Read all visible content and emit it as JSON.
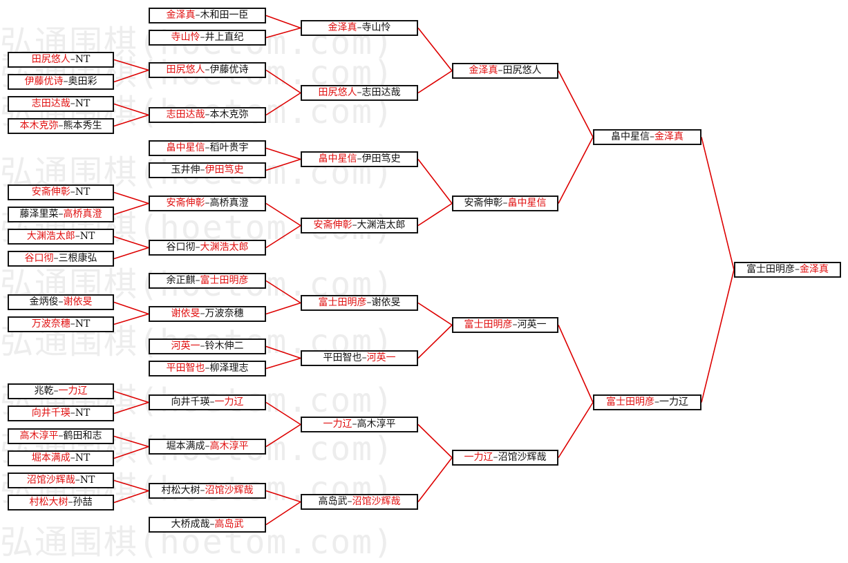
{
  "watermark": "弘通围棋(hoetom.com)",
  "colors": {
    "winner": "#e01010",
    "loser": "#111111",
    "line": "#dd0000"
  },
  "round1": [
    {
      "p1": "金泽真",
      "p2": "木和田一臣",
      "winner": 1
    },
    {
      "p1": "寺山怜",
      "p2": "井上直纪",
      "winner": 1
    },
    {
      "p1": "田尻悠人",
      "p2": "NT",
      "winner": 1
    },
    {
      "p1": "伊藤优诗",
      "p2": "奥田彩",
      "winner": 1
    },
    {
      "p1": "志田达哉",
      "p2": "NT",
      "winner": 1
    },
    {
      "p1": "本木克弥",
      "p2": "熊本秀生",
      "winner": 1
    },
    {
      "p1": "畠中星信",
      "p2": "稻叶贵宇",
      "winner": 1
    },
    {
      "p1": "玉井伸",
      "p2": "伊田笃史",
      "winner": 2
    },
    {
      "p1": "安斋伸彰",
      "p2": "NT",
      "winner": 1
    },
    {
      "p1": "藤泽里菜",
      "p2": "高桥真澄",
      "winner": 2
    },
    {
      "p1": "大渊浩太郎",
      "p2": "NT",
      "winner": 1
    },
    {
      "p1": "谷口彻",
      "p2": "三根康弘",
      "winner": 1
    },
    {
      "p1": "余正麒",
      "p2": "富士田明彦",
      "winner": 2
    },
    {
      "p1": "金炳俊",
      "p2": "谢依旻",
      "winner": 2
    },
    {
      "p1": "万波奈穗",
      "p2": "NT",
      "winner": 1
    },
    {
      "p1": "河英一",
      "p2": "铃木伸二",
      "winner": 1
    },
    {
      "p1": "平田智也",
      "p2": "柳泽理志",
      "winner": 1
    },
    {
      "p1": "兆乾",
      "p2": "一力辽",
      "winner": 2
    },
    {
      "p1": "向井千瑛",
      "p2": "NT",
      "winner": 1
    },
    {
      "p1": "高木淳平",
      "p2": "鹤田和志",
      "winner": 1
    },
    {
      "p1": "堀本满成",
      "p2": "NT",
      "winner": 1
    },
    {
      "p1": "沼馆沙辉哉",
      "p2": "NT",
      "winner": 1
    },
    {
      "p1": "村松大树",
      "p2": "孙喆",
      "winner": 1
    },
    {
      "p1": "大桥成哉",
      "p2": "高岛武",
      "winner": 2
    }
  ],
  "round2": [
    {
      "p1": "田尻悠人",
      "p2": "伊藤优诗",
      "winner": 1
    },
    {
      "p1": "志田达哉",
      "p2": "本木克弥",
      "winner": 1
    },
    {
      "p1": "安斋伸彰",
      "p2": "高桥真澄",
      "winner": 1
    },
    {
      "p1": "谷口彻",
      "p2": "大渊浩太郎",
      "winner": 2
    },
    {
      "p1": "谢依旻",
      "p2": "万波奈穗",
      "winner": 1
    },
    {
      "p1": "向井千瑛",
      "p2": "一力辽",
      "winner": 2
    },
    {
      "p1": "堀本满成",
      "p2": "高木淳平",
      "winner": 2
    },
    {
      "p1": "村松大树",
      "p2": "沼馆沙辉哉",
      "winner": 2
    }
  ],
  "round3": [
    {
      "p1": "金泽真",
      "p2": "寺山怜",
      "winner": 1
    },
    {
      "p1": "田尻悠人",
      "p2": "志田达哉",
      "winner": 1
    },
    {
      "p1": "畠中星信",
      "p2": "伊田笃史",
      "winner": 1
    },
    {
      "p1": "安斋伸彰",
      "p2": "大渊浩太郎",
      "winner": 1
    },
    {
      "p1": "富士田明彦",
      "p2": "谢依旻",
      "winner": 1
    },
    {
      "p1": "平田智也",
      "p2": "河英一",
      "winner": 2
    },
    {
      "p1": "一力辽",
      "p2": "高木淳平",
      "winner": 1
    },
    {
      "p1": "高岛武",
      "p2": "沼馆沙辉哉",
      "winner": 2
    }
  ],
  "round4": [
    {
      "p1": "金泽真",
      "p2": "田尻悠人",
      "winner": 1
    },
    {
      "p1": "安斋伸彰",
      "p2": "畠中星信",
      "winner": 2
    },
    {
      "p1": "富士田明彦",
      "p2": "河英一",
      "winner": 1
    },
    {
      "p1": "一力辽",
      "p2": "沼馆沙辉哉",
      "winner": 1
    }
  ],
  "round5": [
    {
      "p1": "畠中星信",
      "p2": "金泽真",
      "winner": 2
    },
    {
      "p1": "富士田明彦",
      "p2": "一力辽",
      "winner": 1
    }
  ],
  "final": [
    {
      "p1": "富士田明彦",
      "p2": "金泽真",
      "winner": 2
    }
  ]
}
